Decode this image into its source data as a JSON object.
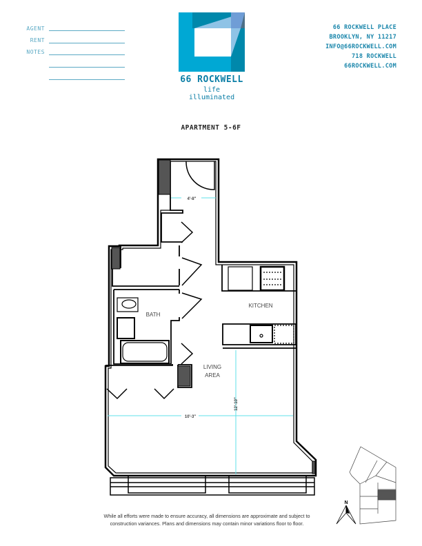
{
  "form": {
    "labels": [
      "AGENT",
      "RENT",
      "NOTES"
    ]
  },
  "brand": {
    "name": "66 ROCKWELL",
    "tagline": "life illuminated",
    "colors": {
      "primary": "#00a8d4",
      "dark": "#0088ab",
      "light": "#8fc3e6",
      "slate": "#4d6f86"
    }
  },
  "address": {
    "lines": [
      "66 ROCKWELL PLACE",
      "BROOKLYN, NY 11217",
      "INFO@66ROCKWELL.COM",
      "718 ROCKWELL",
      "66ROCKWELL.COM"
    ]
  },
  "plan": {
    "title": "APARTMENT 5-6F",
    "rooms": {
      "bath": "BATH",
      "kitchen": "KITCHEN",
      "living_1": "LIVING",
      "living_2": "AREA"
    },
    "dimensions": {
      "foyer_width": "4'-8\"",
      "living_width": "10'-3\"",
      "living_depth": "12'-10\""
    },
    "dimension_color": "#5fe0e8",
    "compass": "N"
  },
  "disclaimer": {
    "line1": "While all efforts were made to ensure accuracy, all dimensions are approximate and subject to",
    "line2": "construction variances. Plans and dimensions may contain minor variations floor to floor."
  }
}
